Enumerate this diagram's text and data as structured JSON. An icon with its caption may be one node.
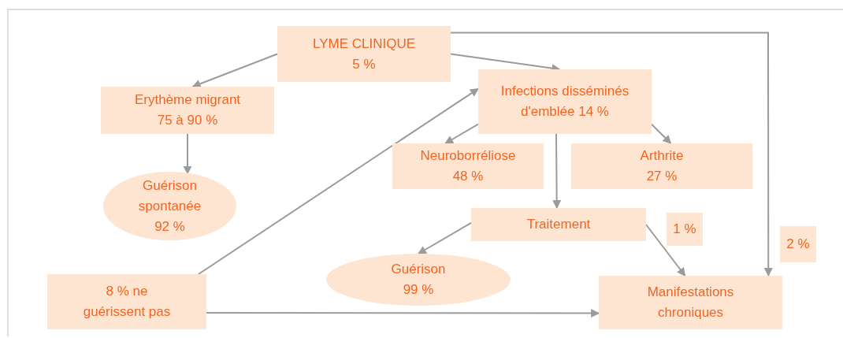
{
  "diagram": {
    "nodes": [
      {
        "text": [
          "LYME CLINIQUE 5 %"
        ]
      },
      {
        "text": [
          "Erythème migrant 75 à 90 %"
        ]
      },
      {
        "text": [
          "Infections disséminés d'emblée 14 %"
        ]
      },
      {
        "text": [
          "Guérison spontanée 92 %"
        ]
      },
      {
        "text": [
          "Neuroborréliose 48 %"
        ]
      },
      {
        "text": [
          "Arthrite 27 %"
        ]
      },
      {
        "text": [
          "Traitement"
        ]
      },
      {
        "text": [
          "1 %"
        ]
      },
      {
        "text": [
          "2 %"
        ]
      },
      {
        "text": [
          "Guérison 99 %"
        ]
      },
      {
        "text": [
          "8 % ne guérissent pas"
        ]
      },
      {
        "text": [
          "Manifestations chroniques"
        ]
      }
    ],
    "edges": [
      {
        "from": 0,
        "to": 1,
        "arrow": "to"
      },
      {
        "from": 0,
        "to": 2,
        "arrow": "to"
      },
      {
        "from": 0,
        "to": 11,
        "arrow": "to"
      },
      {
        "from": 1,
        "to": 3,
        "arrow": "to"
      },
      {
        "from": 2,
        "to": 4,
        "arrow": "to"
      },
      {
        "from": 2,
        "to": 5,
        "arrow": "to"
      },
      {
        "from": 2,
        "to": 6,
        "arrow": "to"
      },
      {
        "from": 6,
        "to": 9,
        "arrow": "to"
      },
      {
        "from": 6,
        "to": 11,
        "arrow": "to"
      },
      {
        "from": 10,
        "to": 2,
        "arrow": "to"
      },
      {
        "from": 10,
        "to": 11,
        "arrow": "to"
      }
    ]
  }
}
